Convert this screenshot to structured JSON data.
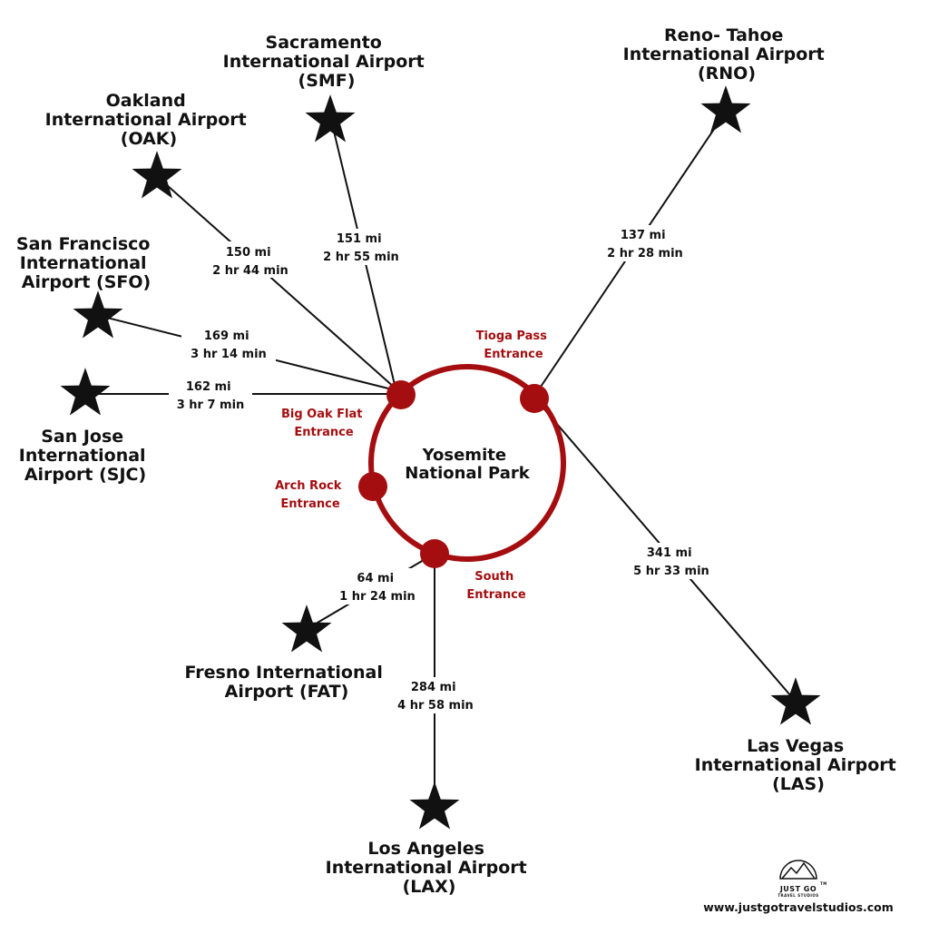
{
  "colors": {
    "park_ring": "#a50e10",
    "entrance_dot": "#a50e10",
    "entrance_label": "#a50e10",
    "line": "#111111",
    "star": "#111111",
    "text": "#111111"
  },
  "park": {
    "name_line1": "Yosemite",
    "name_line2": "National Park"
  },
  "entrances": {
    "tioga": {
      "line1": "Tioga Pass",
      "line2": "Entrance"
    },
    "big_oak_flat": {
      "line1": "Big Oak Flat",
      "line2": "Entrance"
    },
    "arch_rock": {
      "line1": "Arch Rock",
      "line2": "Entrance"
    },
    "south": {
      "line1": "South",
      "line2": "Entrance"
    }
  },
  "airports": {
    "smf": {
      "line1": "Sacramento",
      "line2": "International Airport",
      "line3": "(SMF)",
      "miles": "151 mi",
      "time": "2 hr 55 min",
      "icon": "star-icon"
    },
    "rno": {
      "line1": "Reno- Tahoe",
      "line2": "International Airport",
      "line3": "(RNO)",
      "miles": "137 mi",
      "time": "2 hr 28 min",
      "icon": "star-icon"
    },
    "oak": {
      "line1": "Oakland",
      "line2": "International Airport",
      "line3": "(OAK)",
      "miles": "150 mi",
      "time": "2 hr 44 min",
      "icon": "star-icon"
    },
    "sfo": {
      "line1": "San Francisco",
      "line2": "International",
      "line3": "Airport (SFO)",
      "miles": "169 mi",
      "time": "3 hr 14 min",
      "icon": "star-icon"
    },
    "sjc": {
      "line1": "San Jose",
      "line2": "International",
      "line3": "Airport (SJC)",
      "miles": "162 mi",
      "time": "3 hr 7 min",
      "icon": "star-icon"
    },
    "fat": {
      "line1": "Fresno International",
      "line2": "Airport (FAT)",
      "miles": "64 mi",
      "time": "1 hr 24 min",
      "icon": "star-icon"
    },
    "lax": {
      "line1": "Los Angeles",
      "line2": "International Airport",
      "line3": "(LAX)",
      "miles": "284 mi",
      "time": "4 hr 58 min",
      "icon": "star-icon"
    },
    "las": {
      "line1": "Las Vegas",
      "line2": "International Airport",
      "line3": "(LAS)",
      "miles": "341 mi",
      "time": "5 hr 33 min",
      "icon": "star-icon"
    }
  },
  "branding": {
    "logo_text": "JUST GO",
    "logo_sub": "TRAVEL STUDIOS",
    "trademark": "TM",
    "website": "www.justgotravelstudios.com"
  }
}
